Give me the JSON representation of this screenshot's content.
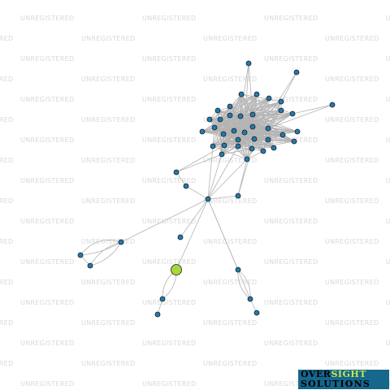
{
  "watermark_text": "UNREGISTERED",
  "colors": {
    "node_default": "#1f7bb0",
    "node_highlight": "#a5d83c",
    "edge": "#b4b4b4",
    "watermark": "#d9d9d9",
    "logo_background": "#17668c",
    "logo_accent": "#c8e64b"
  },
  "logo": {
    "word_over": "OVER",
    "word_sight": "SIGHT",
    "word_solutions": "SOLUTIONS"
  },
  "graph": {
    "nodes": [
      {
        "id": "n0",
        "highlight": true
      },
      {
        "id": "n1"
      },
      {
        "id": "n2"
      },
      {
        "id": "n3"
      },
      {
        "id": "n4"
      },
      {
        "id": "n5"
      },
      {
        "id": "n6"
      },
      {
        "id": "n7"
      },
      {
        "id": "n8"
      },
      {
        "id": "n9"
      },
      {
        "id": "n10"
      },
      {
        "id": "n11"
      },
      {
        "id": "n12"
      },
      {
        "id": "n13"
      },
      {
        "id": "n14"
      },
      {
        "id": "n15"
      },
      {
        "id": "n16"
      },
      {
        "id": "n17"
      },
      {
        "id": "n18"
      },
      {
        "id": "n19"
      },
      {
        "id": "n20"
      },
      {
        "id": "n21"
      },
      {
        "id": "n22"
      },
      {
        "id": "n23"
      },
      {
        "id": "n24"
      },
      {
        "id": "n25"
      },
      {
        "id": "n26"
      },
      {
        "id": "n27"
      },
      {
        "id": "n28"
      },
      {
        "id": "n29"
      },
      {
        "id": "n30"
      },
      {
        "id": "n31"
      },
      {
        "id": "n32"
      },
      {
        "id": "n33"
      },
      {
        "id": "n34"
      },
      {
        "id": "n35"
      },
      {
        "id": "n36"
      },
      {
        "id": "n37"
      },
      {
        "id": "n38"
      },
      {
        "id": "n39"
      },
      {
        "id": "n40"
      },
      {
        "id": "n41"
      },
      {
        "id": "n42"
      },
      {
        "id": "n43"
      },
      {
        "id": "n44"
      },
      {
        "id": "n45"
      },
      {
        "id": "n46"
      },
      {
        "id": "n47"
      },
      {
        "id": "n48"
      },
      {
        "id": "n49"
      },
      {
        "id": "n50"
      }
    ]
  }
}
